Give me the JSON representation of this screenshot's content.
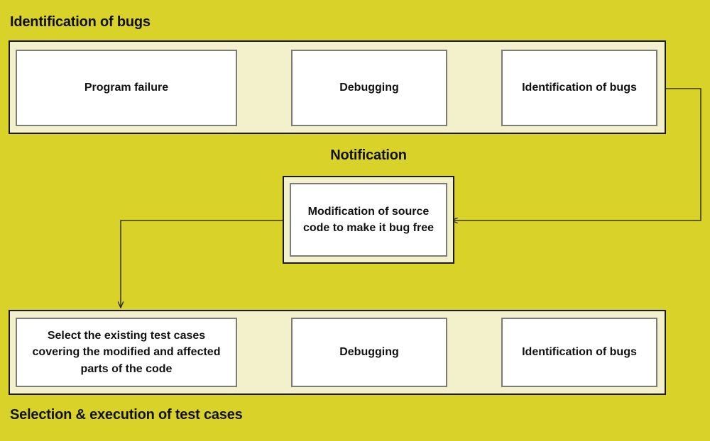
{
  "diagram": {
    "title_top": "Identification of bugs",
    "title_middle": "Notification",
    "title_bottom": "Selection & execution of test cases",
    "colors": {
      "background": "#D8D229",
      "band": "#F2F1CC",
      "box": "#FFFFFF",
      "box_border": "#7b7b78",
      "band_border": "#1a1a1a",
      "text": "#111111",
      "connector": "#1a1a1a"
    },
    "stages": {
      "top_band": {
        "caption": "Identification of bugs",
        "boxes": [
          {
            "label": "Program failure"
          },
          {
            "label": "Debugging"
          },
          {
            "label": "Identification of bugs"
          }
        ]
      },
      "middle_band": {
        "caption": "Notification",
        "boxes": [
          {
            "label": "Modification of source code to make it bug free"
          }
        ]
      },
      "bottom_band": {
        "caption": "Selection & execution of test cases",
        "boxes": [
          {
            "label": "Select the existing test cases covering the modified and affected parts of the code"
          },
          {
            "label": "Debugging"
          },
          {
            "label": "Identification of bugs"
          }
        ]
      }
    },
    "connectors": [
      {
        "name": "program-failure-to-debugging",
        "from": "Program failure",
        "to": "Debugging",
        "direction": "right"
      },
      {
        "name": "debugging-to-identification",
        "from": "Debugging",
        "to": "Identification of bugs",
        "direction": "right"
      },
      {
        "name": "identification-to-modification",
        "from": "Identification of bugs",
        "to": "Modification of source code to make it bug free",
        "direction": "right-down-left"
      },
      {
        "name": "modification-to-select-tests",
        "from": "Modification of source code to make it bug free",
        "to": "Select the existing test cases covering the modified and affected parts of the code",
        "direction": "left-down"
      },
      {
        "name": "select-tests-to-debugging",
        "from": "Select the existing test cases covering the modified and affected parts of the code",
        "to": "Debugging",
        "direction": "right"
      },
      {
        "name": "debugging-to-identification-bottom",
        "from": "Debugging",
        "to": "Identification of bugs",
        "direction": "right"
      }
    ]
  }
}
